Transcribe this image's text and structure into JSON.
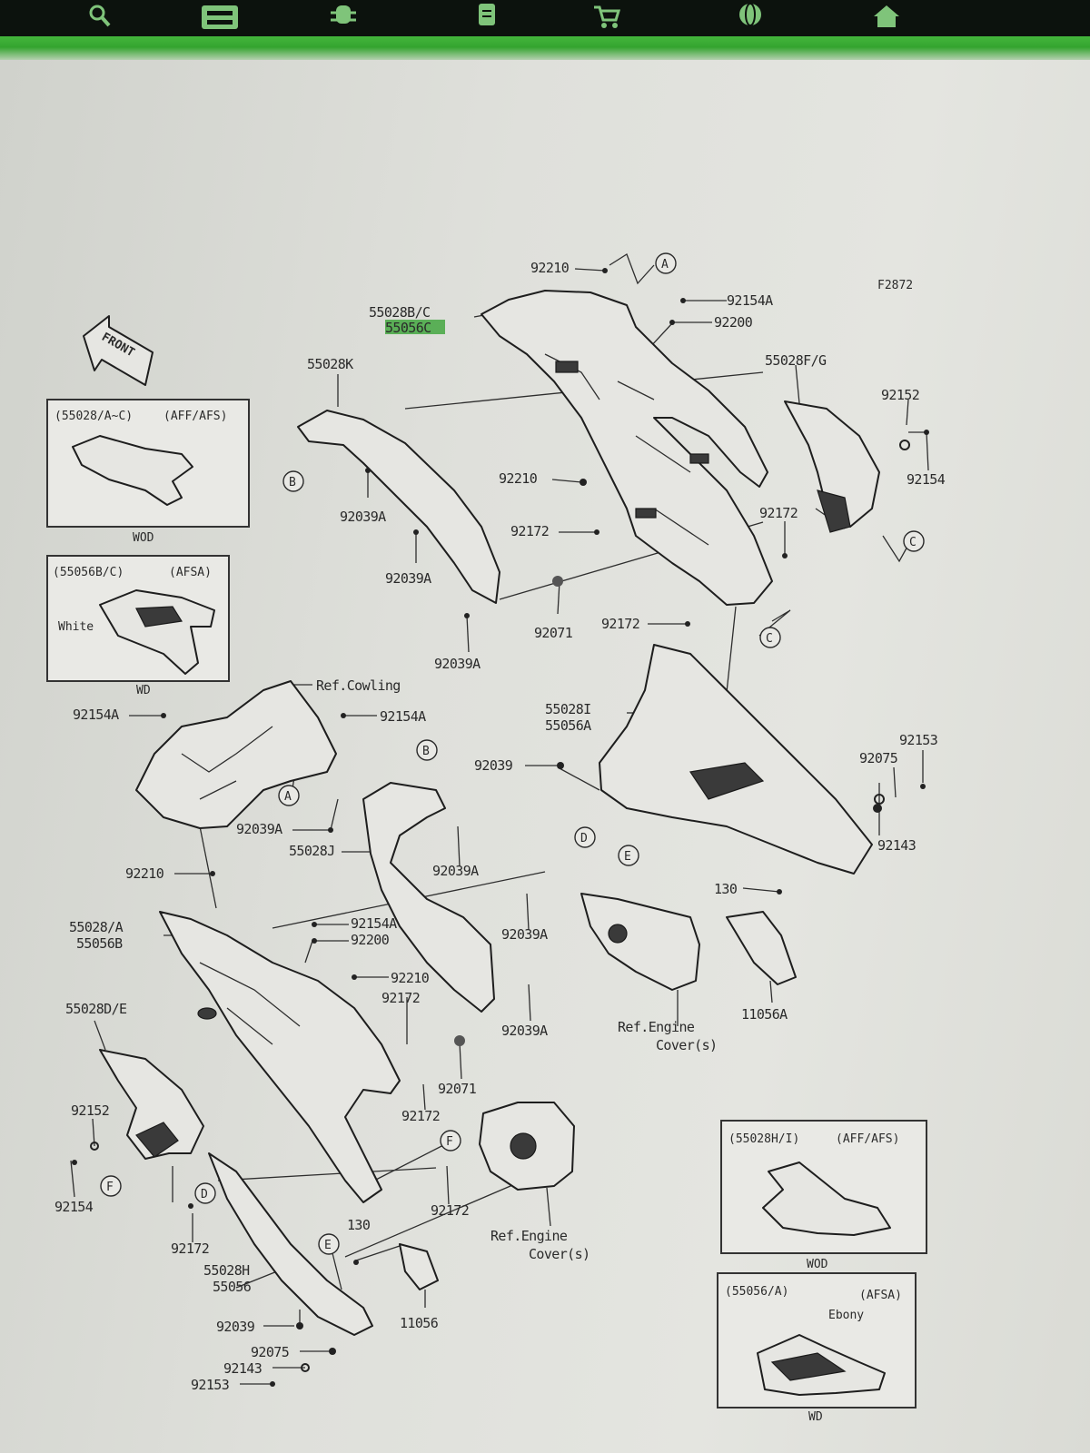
{
  "toolbar": {
    "icons": [
      "search-icon",
      "print-icon",
      "bug-icon",
      "document-icon",
      "cart-icon",
      "globe-icon",
      "home-icon"
    ]
  },
  "colors": {
    "toolbar": "#0c120d",
    "accent": "#3aa236",
    "sheet": "#e2e3de",
    "ink": "#2a2a2a"
  },
  "diagram": {
    "figure_code": "F2872",
    "front_label": "FRONT",
    "callout_letters": {
      "a1": "A",
      "a2": "A",
      "b1": "B",
      "b2": "B",
      "c1": "C",
      "c2": "C",
      "d1": "D",
      "d2": "D",
      "e1": "E",
      "e2": "E",
      "f1": "F",
      "f2": "F"
    },
    "insets": {
      "aff_top": {
        "header_code": "(55028/A~C)",
        "header_tag": "(AFF/AFS)",
        "footer": "WOD"
      },
      "afsa_top": {
        "header_code": "(55056B/C)",
        "header_tag": "(AFSA)",
        "note": "White",
        "footer": "WD"
      },
      "aff_bottom": {
        "header_code": "(55028H/I)",
        "header_tag": "(AFF/AFS)",
        "footer": "WOD"
      },
      "afsa_bottom": {
        "header_code": "(55056/A)",
        "header_tag": "(AFSA)",
        "note": "Ebony",
        "footer": "WD"
      }
    },
    "labels": {
      "p92210_top": "92210",
      "p55028b": "55028B/C",
      "p55056c": "55056C",
      "p92154a_top": "92154A",
      "p92200_top": "92200",
      "p55028k": "55028K",
      "p55028fg": "55028F/G",
      "p92152_r": "92152",
      "p92154_r": "92154",
      "p92210_mid": "92210",
      "p92172_r": "92172",
      "p92039a_1": "92039A",
      "p92172_mid": "92172",
      "p92039a_2": "92039A",
      "p92071_top": "92071",
      "p92172_low": "92172",
      "p92039a_3": "92039A",
      "ref_cowling": "Ref.Cowling",
      "p92154a_l": "92154A",
      "p92154a_m": "92154A",
      "p55028i": "55028I",
      "p55056a": "55056A",
      "p92153_r": "92153",
      "p92075_r": "92075",
      "p92039_mid": "92039",
      "p92143_r": "92143",
      "p92039a_4": "92039A",
      "p55028j": "55028J",
      "p92039a_5": "92039A",
      "p92210_l": "92210",
      "p130_r": "130",
      "p92039a_6": "92039A",
      "p55028a": "55028/A",
      "p55056b": "55056B",
      "p92154a_low": "92154A",
      "p92200_low": "92200",
      "p92210_low": "92210",
      "p92172_low2": "92172",
      "p11056a": "11056A",
      "p55028de": "55028D/E",
      "ref_engine_1a": "Ref.Engine",
      "ref_engine_1b": "Cover(s)",
      "p92039a_7": "92039A",
      "p92071_low": "92071",
      "p92172_c": "92172",
      "p92152_l": "92152",
      "p92154_l": "92154",
      "p92172_d": "92172",
      "ref_engine_2a": "Ref.Engine",
      "ref_engine_2b": "Cover(s)",
      "p130_l": "130",
      "p92172_e": "92172",
      "p55028h": "55028H",
      "p55056": "55056",
      "p11056": "11056",
      "p92039_low": "92039",
      "p92075_low": "92075",
      "p92143_low": "92143",
      "p92153_low": "92153"
    }
  }
}
